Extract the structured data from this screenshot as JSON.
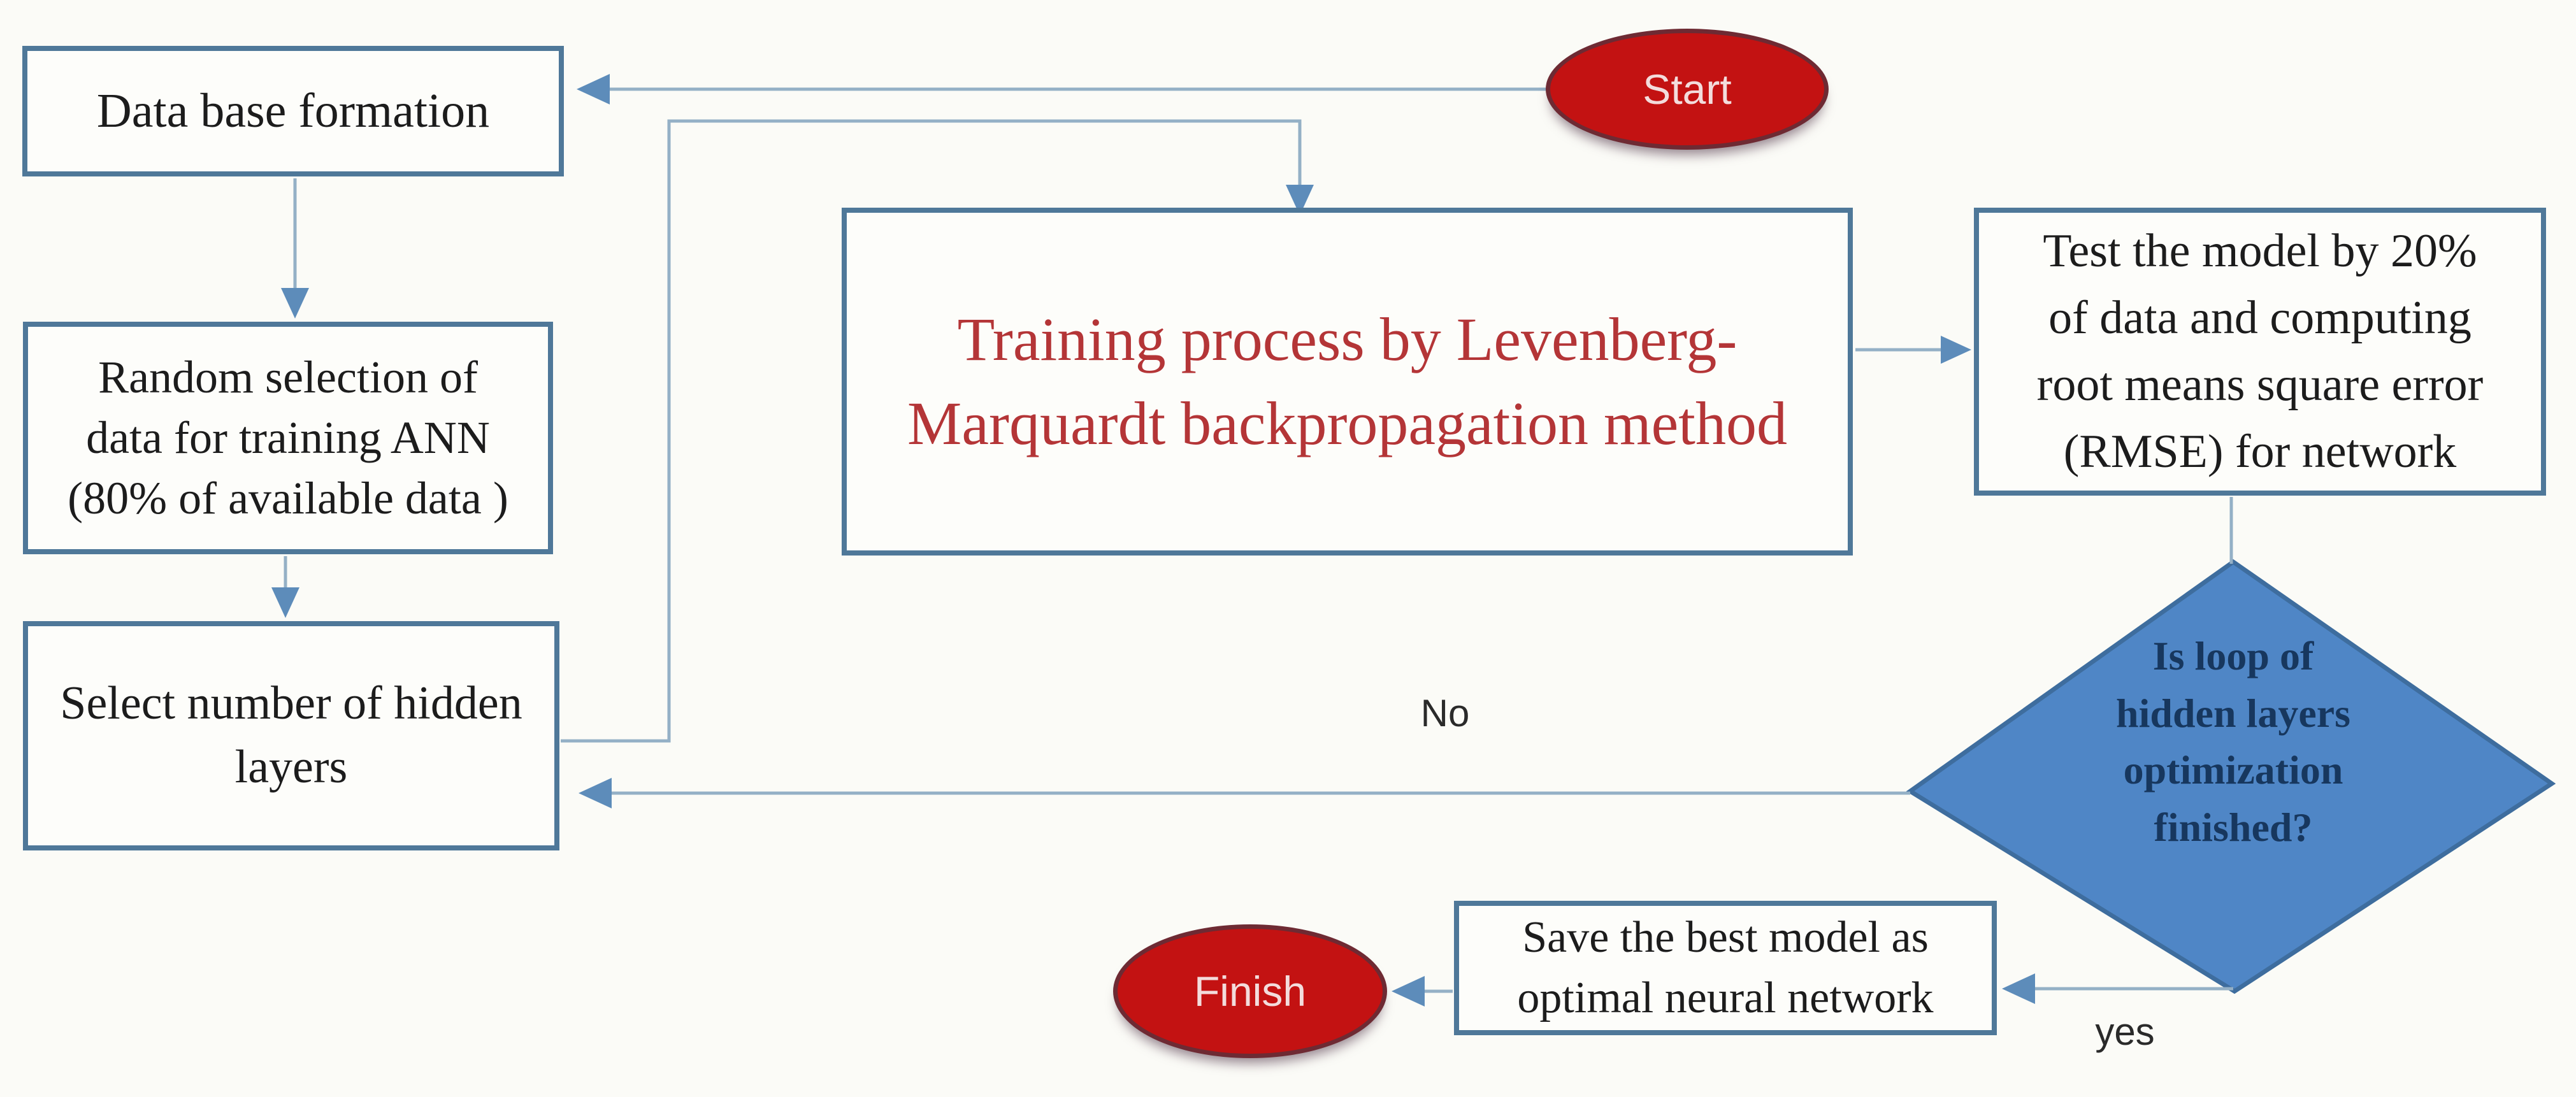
{
  "title": "ANN training flowchart",
  "colors": {
    "background": "#fbfbf7",
    "box_fill": "#fdfdfa",
    "box_border": "#4f7899",
    "box_text": "#1c1c1c",
    "arrow_line": "#94b0c6",
    "arrow_head": "#5d8cba",
    "terminal_fill": "#c31212",
    "terminal_border": "#6e2a33",
    "terminal_text": "#f3dcdc",
    "diamond_fill": "#4f86c6",
    "diamond_border": "#3e6d9e",
    "diamond_text": "#17375e",
    "training_text": "#b43537",
    "label_text": "#2a2a2a"
  },
  "nodes": {
    "start": {
      "label": "Start"
    },
    "database": {
      "label": "Data base formation"
    },
    "random": {
      "lines": [
        "Random selection of",
        "data for training ANN",
        "(80% of available data )"
      ]
    },
    "select": {
      "lines": [
        "Select number of hidden",
        "layers"
      ]
    },
    "training": {
      "lines": [
        "Training process by Levenberg-",
        "Marquardt backpropagation method"
      ]
    },
    "test": {
      "lines": [
        "Test the model by 20%",
        "of data  and computing",
        "root means square error",
        "(RMSE) for network"
      ]
    },
    "decision": {
      "lines": [
        "Is loop of",
        "hidden layers",
        "optimization",
        "finished?"
      ]
    },
    "save": {
      "lines": [
        "Save the best model as",
        "optimal neural network"
      ]
    },
    "finish": {
      "label": "Finish"
    }
  },
  "edge_labels": {
    "no": "No",
    "yes": "yes"
  }
}
